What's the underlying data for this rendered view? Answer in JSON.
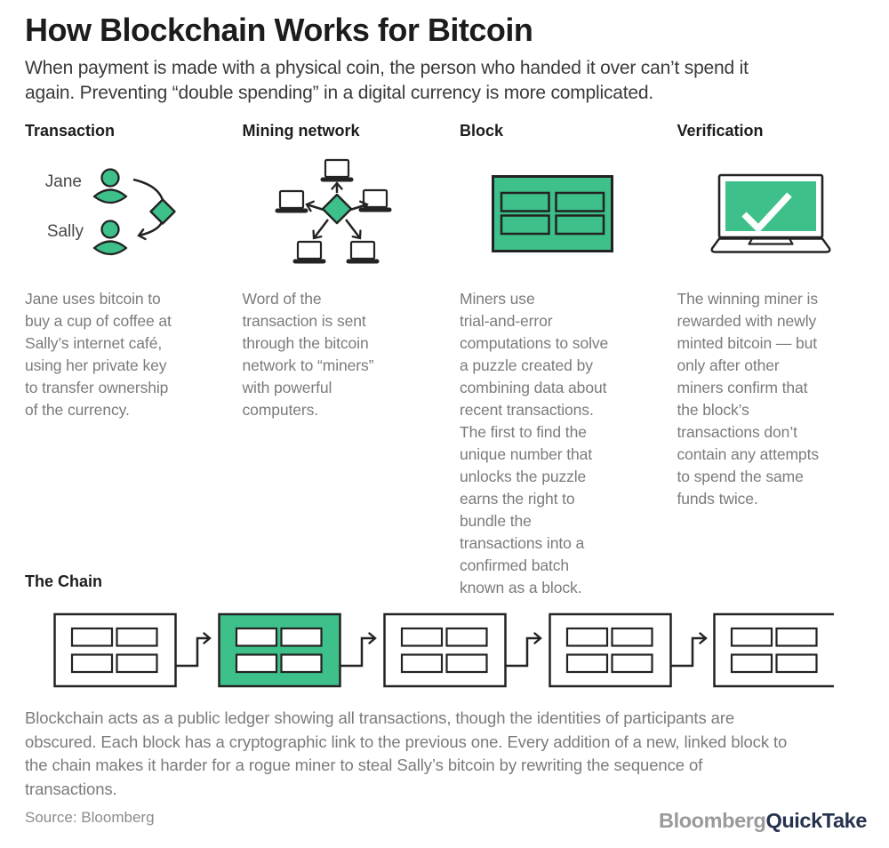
{
  "header": {
    "title": "How Blockchain Works for Bitcoin",
    "subtitle": "When payment is made with a physical coin, the person who handed it over can’t spend it\nagain. Preventing “double spending” in a digital currency is more complicated."
  },
  "columns": [
    {
      "heading": "Transaction",
      "icon": "two-people-transfer-diamond-arrow",
      "labels": {
        "sender": "Jane",
        "receiver": "Sally"
      },
      "body": "Jane uses bitcoin to\nbuy a cup of coffee at\nSally’s internet café,\nusing her private key\nto transfer ownership\nof the currency."
    },
    {
      "heading": "Mining network",
      "icon": "diamond-broadcast-to-five-laptops",
      "body": "Word of the\ntransaction is sent\nthrough the bitcoin\nnetwork to “miners”\nwith powerful\ncomputers."
    },
    {
      "heading": "Block",
      "icon": "green-block-with-four-transaction-slots",
      "body": "Miners use\ntrial-and-error\ncomputations to solve\na puzzle created by\ncombining data about\nrecent transactions.\nThe first to find the\nunique number that\nunlocks the puzzle\nearns the right to\nbundle the\ntransactions into a\nconfirmed batch\nknown as a block."
    },
    {
      "heading": "Verification",
      "icon": "laptop-with-checkmark",
      "body": "The winning miner is\nrewarded with newly\nminted bitcoin — but\nonly after other\nminers confirm that\nthe block’s\ntransactions don’t\ncontain any attempts\nto spend the same\nfunds twice."
    }
  ],
  "chain": {
    "heading": "The Chain",
    "block_count": 5,
    "highlighted_block_index": 1,
    "body": "Blockchain acts as a public ledger showing all transactions, though the identities of participants are\nobscured. Each block has a cryptographic link to the previous one. Every addition of a new, linked block to\nthe chain makes it harder for a rogue miner to steal Sally’s bitcoin by rewriting the sequence of\ntransactions."
  },
  "footer": {
    "source": "Source: Bloomberg",
    "logo_primary": "Bloomberg",
    "logo_secondary": "QuickTake"
  },
  "colors": {
    "accent_green": "#3dc089",
    "outline_ink": "#232323",
    "heading_text": "#1d1d1d",
    "body_text": "#7b7b7b",
    "subtitle_text": "#3a3a3a",
    "name_label_text": "#474747",
    "source_text": "#8c8c8c",
    "logo_gray": "#9a9a9a",
    "logo_navy": "#26324e",
    "background": "#ffffff"
  }
}
